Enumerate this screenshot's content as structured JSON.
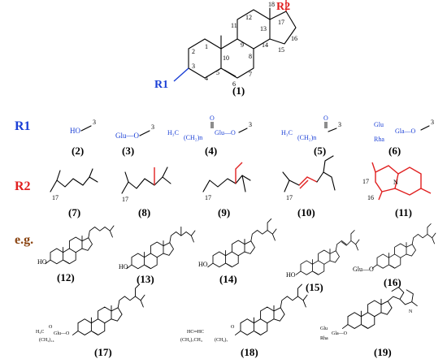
{
  "colors": {
    "r1": "#1a3fd6",
    "r2": "#e02020",
    "eg": "#8b4513",
    "ink": "#000000"
  },
  "core": {
    "label": "(1)",
    "r1_label": "R1",
    "r2_label": "R2",
    "carbons": [
      "1",
      "2",
      "3",
      "4",
      "5",
      "6",
      "7",
      "8",
      "9",
      "10",
      "11",
      "12",
      "13",
      "14",
      "15",
      "16",
      "17",
      "18"
    ]
  },
  "rows": {
    "r1_label": "R1",
    "r2_label": "R2",
    "eg_label": "e.g."
  },
  "r1_groups": [
    {
      "id": "(2)",
      "text": "HO",
      "pos": "3"
    },
    {
      "id": "(3)",
      "text": "Glu—O",
      "pos": "3"
    },
    {
      "id": "(4)",
      "text_left": "H₃C",
      "chain": "(CH₂)n",
      "o": "O",
      "glu": "Glu—O",
      "pos": "3"
    },
    {
      "id": "(5)",
      "text_left": "H₃C",
      "chain": "(CH₂)n",
      "o": "O",
      "pos": "3"
    },
    {
      "id": "(6)",
      "glu": "Glu",
      "gla": "Gla—O",
      "rha": "Rha",
      "pos": "3"
    }
  ],
  "r2_groups": [
    {
      "id": "(7)",
      "c17": "17"
    },
    {
      "id": "(8)",
      "c17": "17"
    },
    {
      "id": "(9)",
      "c17": "17"
    },
    {
      "id": "(10)",
      "c17": "17"
    },
    {
      "id": "(11)",
      "c17": "17",
      "c16": "16",
      "n": "N"
    }
  ],
  "examples": [
    {
      "id": "(12)",
      "sub": "HO"
    },
    {
      "id": "(13)",
      "sub": "HO"
    },
    {
      "id": "(14)",
      "sub": "HO"
    },
    {
      "id": "(15)",
      "sub": "HO"
    },
    {
      "id": "(16)",
      "sub": "Glu—O"
    },
    {
      "id": "(17)",
      "sub_h3c": "H₃C",
      "sub_chain": "(CH₂)₁₄",
      "sub_glu": "Glu—O",
      "sub_o": "O"
    },
    {
      "id": "(18)",
      "sub_a": "HC═HC",
      "sub_b": "(CH₂)₇CH₃",
      "sub_c": "(CH₂)₇",
      "sub_o": "O"
    },
    {
      "id": "(19)",
      "glu": "Glu",
      "gla": "Gla—O",
      "rha": "Rha",
      "n": "N"
    }
  ]
}
